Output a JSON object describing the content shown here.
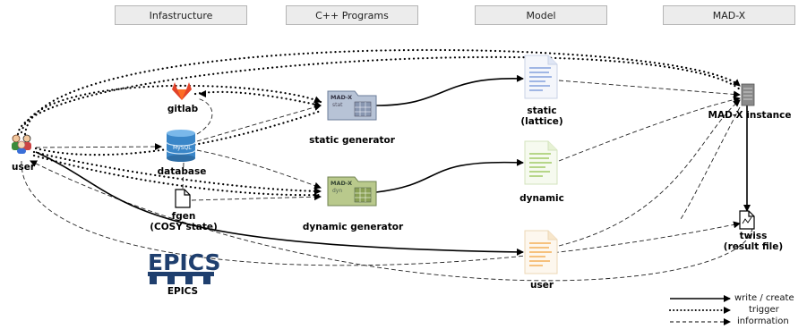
{
  "columns": [
    {
      "id": "infrastructure",
      "label": "Infastructure"
    },
    {
      "id": "cpp",
      "label": "C++ Programs"
    },
    {
      "id": "model",
      "label": "Model"
    },
    {
      "id": "madx",
      "label": "MAD-X"
    }
  ],
  "nodes": {
    "user_actor": "user",
    "gitlab": "gitlab",
    "database": "database",
    "fgen": "fgen\n(COSY state)",
    "epics": "EPICS",
    "epics_logo_text": "EPICS",
    "static_generator": "static generator",
    "dynamic_generator": "dynamic generator",
    "static_file": "static\n(lattice)",
    "dynamic_file": "dynamic",
    "user_file": "user",
    "madx_instance": "MAD-X instance",
    "twiss": "twiss\n(result file)"
  },
  "box_labels": {
    "madx_tag_static": "MAD-X",
    "madx_sub_static": "stat",
    "madx_tag_dynamic": "MAD-X",
    "madx_sub_dynamic": "dyn",
    "db_tag": "MySQL"
  },
  "legend": [
    {
      "style": "solid",
      "label": "write / create"
    },
    {
      "style": "dotted",
      "label": "trigger"
    },
    {
      "style": "dashed",
      "label": "information"
    }
  ],
  "colors": {
    "static_box": "#b7c3d6",
    "dynamic_box": "#b9c98c",
    "database": "#3a86c8",
    "gitlab": "#e2432a",
    "epics": "#1f3f6e",
    "static_doc": "#6d8fd6",
    "dynamic_doc": "#8fc14a",
    "user_doc": "#f2a13a"
  }
}
